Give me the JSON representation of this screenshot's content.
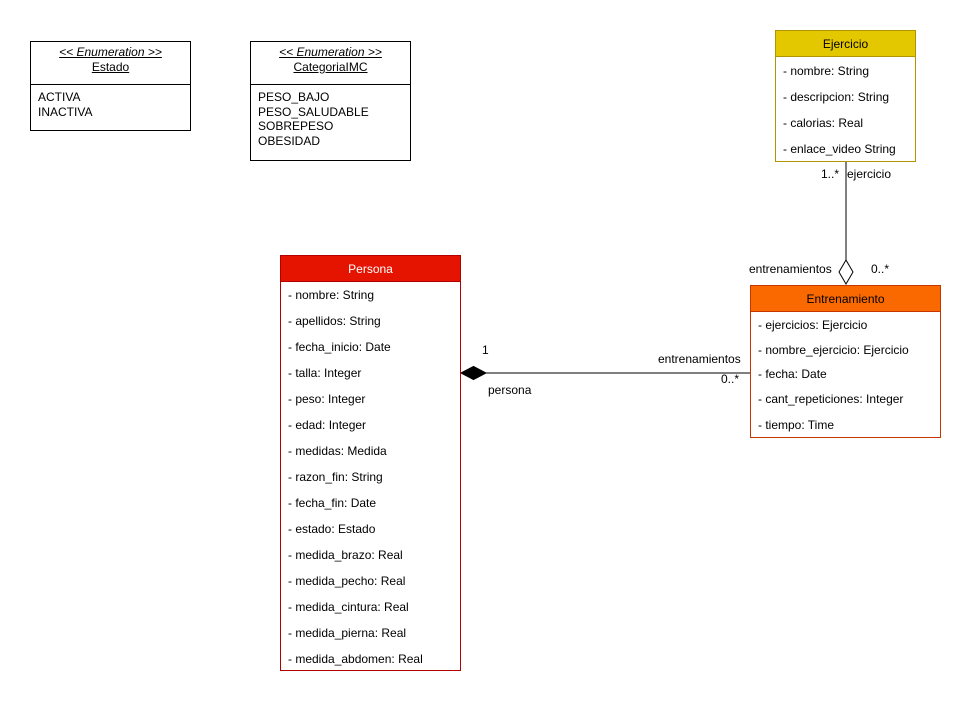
{
  "enums": {
    "estado": {
      "stereotype": "<< Enumeration >>",
      "name": "Estado",
      "values": [
        "ACTIVA",
        "INACTIVA"
      ]
    },
    "categoria": {
      "stereotype": "<< Enumeration >>",
      "name": "CategoriaIMC",
      "values": [
        "PESO_BAJO",
        "PESO_SALUDABLE",
        "SOBREPESO",
        "OBESIDAD"
      ]
    }
  },
  "classes": {
    "ejercicio": {
      "name": "Ejercicio",
      "color": "#e3c800",
      "attributes": [
        "- nombre: String",
        "- descripcion: String",
        "- calorias: Real",
        "- enlace_video String"
      ]
    },
    "persona": {
      "name": "Persona",
      "color": "#e51400",
      "attributes": [
        "- nombre: String",
        "- apellidos: String",
        "- fecha_inicio: Date",
        "- talla: Integer",
        "- peso: Integer",
        "- edad: Integer",
        "- medidas: Medida",
        "- razon_fin: String",
        "- fecha_fin: Date",
        "- estado: Estado",
        "- medida_brazo: Real",
        "- medida_pecho: Real",
        "- medida_cintura: Real",
        "- medida_pierna: Real",
        "- medida_abdomen: Real"
      ]
    },
    "entrenamiento": {
      "name": "Entrenamiento",
      "color": "#fa6800",
      "attributes": [
        "- ejercicios: Ejercicio",
        "- nombre_ejercicio: Ejercicio",
        "- fecha: Date",
        "- cant_repeticiones: Integer",
        "- tiempo: Time"
      ]
    }
  },
  "associations": {
    "ejercicio_entrenamiento": {
      "mult_top": "1..*",
      "role_top": "ejercicio",
      "role_bottom": "entrenamientos",
      "mult_bottom": "0..*"
    },
    "persona_entrenamiento": {
      "mult_left": "1",
      "role_left": "persona",
      "role_right": "entrenamientos",
      "mult_right": "0..*"
    }
  }
}
